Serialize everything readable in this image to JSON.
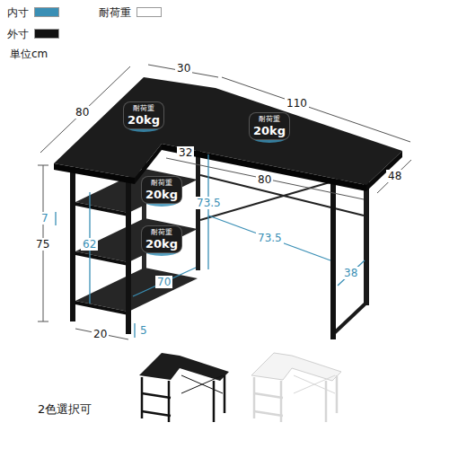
{
  "diagram": {
    "nodes": [
      {
        "text": [
          "耐荷重",
          "20kg"
        ]
      },
      {
        "text": [
          "耐荷重",
          "20kg"
        ]
      },
      {
        "text": [
          "耐荷重",
          "20kg"
        ]
      },
      {
        "text": [
          "耐荷重",
          "20kg"
        ]
      }
    ],
    "labels": [
      "単位cm",
      "30",
      "110",
      "80",
      "48",
      "32",
      "80",
      "73.5",
      "7",
      "75",
      "62",
      "73.5",
      "70",
      "38",
      "20",
      "5",
      "2色選択可"
    ],
    "legend": [
      {
        "text": "内寸",
        "color": "#3a8fb5"
      },
      {
        "text": "耐荷重",
        "color": "#ffffff"
      },
      {
        "text": "外寸",
        "color": "#111111"
      }
    ]
  }
}
